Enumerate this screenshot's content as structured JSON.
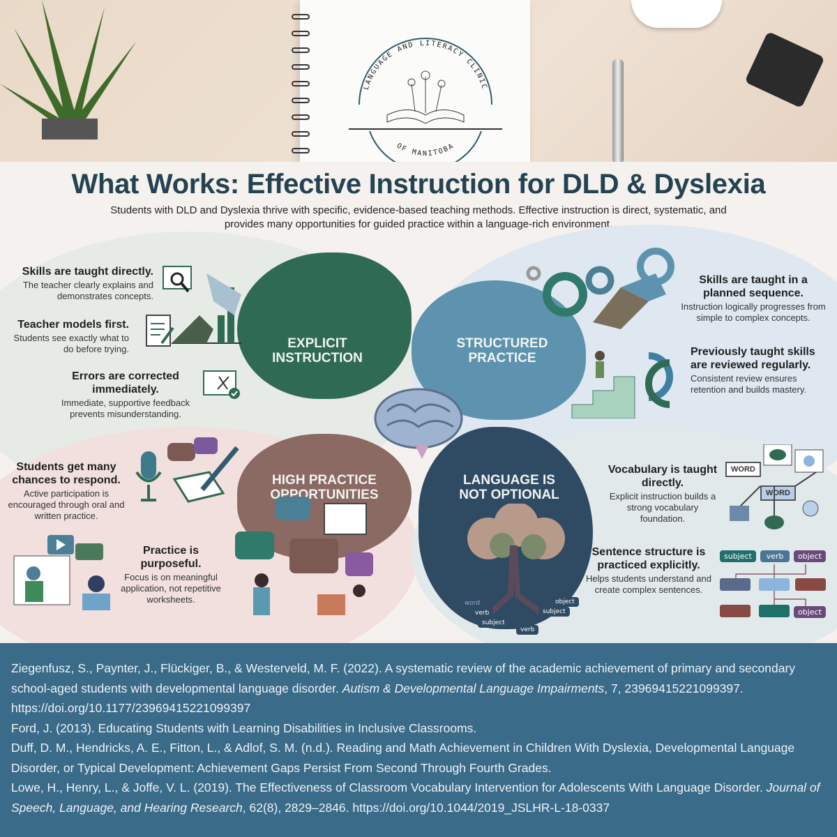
{
  "logo": {
    "top_text": "LANGUAGE AND LITERACY CLINIC",
    "bottom_text": "OF MANITOBA"
  },
  "title": "What Works: Effective Instruction for DLD & Dyslexia",
  "subtitle": "Students with DLD and Dyslexia thrive with specific, evidence-based teaching methods. Effective instruction is direct, systematic, and provides many opportunities for guided practice within a language-rich environment.",
  "quadrants": {
    "explicit": {
      "title_line1": "EXPLICIT",
      "title_line2": "INSTRUCTION",
      "points": [
        {
          "heading": "Skills are taught directly.",
          "text": "The teacher clearly explains and demonstrates concepts."
        },
        {
          "heading": "Teacher models first.",
          "text": "Students see exactly what to do before trying."
        },
        {
          "heading": "Errors are corrected immediately.",
          "text": "Immediate, supportive feedback prevents misunderstanding."
        }
      ]
    },
    "structured": {
      "title_line1": "STRUCTURED",
      "title_line2": "PRACTICE",
      "points": [
        {
          "heading": "Skills are taught in a planned sequence.",
          "text": "Instruction logically progresses from simple to complex concepts."
        },
        {
          "heading": "Previously taught skills are reviewed regularly.",
          "text": "Consistent review ensures retention and builds mastery."
        }
      ]
    },
    "practice": {
      "title_line1": "HIGH PRACTICE",
      "title_line2": "OPPORTUNITIES",
      "points": [
        {
          "heading": "Students get many chances to respond.",
          "text": "Active participation is encouraged through oral and written practice."
        },
        {
          "heading": "Practice is purposeful.",
          "text": "Focus is on meaningful application, not repetitive worksheets."
        }
      ]
    },
    "language": {
      "title_line1": "LANGUAGE IS",
      "title_line2": "NOT OPTIONAL",
      "points": [
        {
          "heading": "Vocabulary is taught directly.",
          "text": "Explicit instruction builds a strong vocabulary foundation."
        },
        {
          "heading": "Sentence structure is practiced explicitly.",
          "text": "Helps students understand and create complex sentences."
        }
      ],
      "word_map": [
        "WORD",
        "WORD"
      ],
      "sentence_tags": [
        "subject",
        "verb",
        "object",
        "object"
      ],
      "root_tags": [
        "word",
        "verb",
        "subject",
        "object",
        "subject",
        "verb"
      ]
    }
  },
  "references": [
    {
      "parts": [
        {
          "t": "Ziegenfusz, S., Paynter, J., Flückiger, B., & Westerveld, M. F. (2022). A systematic review of the academic achievement of primary and secondary school-aged students with developmental language disorder. "
        },
        {
          "t": "Autism & Developmental Language Impairments",
          "i": true
        },
        {
          "t": ", 7, 23969415221099397. https://doi.org/10.1177/23969415221099397"
        }
      ]
    },
    {
      "parts": [
        {
          "t": "Ford, J. (2013). Educating Students with Learning Disabilities in Inclusive Classrooms."
        }
      ]
    },
    {
      "parts": [
        {
          "t": "Duff, D. M., Hendricks, A. E., Fitton, L., & Adlof, S. M. (n.d.). Reading and Math Achievement in Children With Dyslexia, Developmental Language Disorder, or Typical Development: Achievement Gaps Persist From Second Through Fourth Grades."
        }
      ]
    },
    {
      "parts": [
        {
          "t": "Lowe, H., Henry, L., & Joffe, V. L. (2019). The Effectiveness of Classroom Vocabulary Intervention for Adolescents With Language Disorder. "
        },
        {
          "t": "Journal of Speech, Language, and Hearing Research",
          "i": true
        },
        {
          "t": ", 62(8), 2829–2846. https://doi.org/10.1044/2019_JSLHR-L-18-0337"
        }
      ]
    }
  ],
  "colors": {
    "explicit": "#2f6b53",
    "structured": "#5d93ae",
    "practice": "#8a6a63",
    "language": "#2f4a63",
    "footer": "#3a6b89",
    "title": "#234350"
  }
}
